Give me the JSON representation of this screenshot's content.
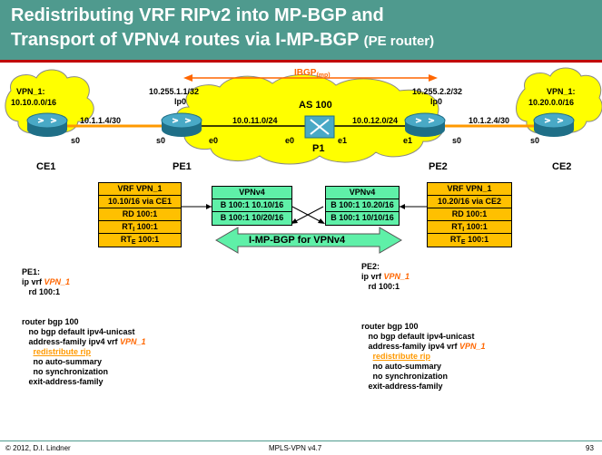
{
  "title": {
    "line1": "Redistributing VRF RIPv2 into MP-BGP and",
    "line2_main": "Transport of VPNv4 routes via I-MP-BGP",
    "line2_small": "(PE router)"
  },
  "diagram": {
    "ibgp": "IBGP",
    "ibgp_sub": "(mp)",
    "as_label": "AS 100",
    "p1": "P1",
    "cloud_left": "VPN_1:",
    "cloud_left_net": "10.10.0.0/16",
    "cloud_right": "VPN_1:",
    "cloud_right_net": "10.20.0.0/16",
    "lo_left": "10.255.1.1/32",
    "lo_left_if": "lp0",
    "lo_right": "10.255.2.2/32",
    "lo_right_if": "lp0",
    "net_left": "10.1.1.4/30",
    "net_mid_left": "10.0.11.0/24",
    "net_mid_right": "10.0.12.0/24",
    "net_right": "10.1.2.4/30",
    "if_s0_ce1": "s0",
    "if_s0_pe1": "s0",
    "if_e0_pe1": "e0",
    "if_e0_p1": "e0",
    "if_e1_p1": "e1",
    "if_e1_pe2": "e1",
    "if_s0_pe2": "s0",
    "if_s0_ce2": "s0",
    "ce1": "CE1",
    "pe1": "PE1",
    "pe2": "PE2",
    "ce2": "CE2"
  },
  "pe1_vrf": {
    "rows": [
      "VRF VPN_1",
      "10.10/16 via CE1",
      "RD 100:1",
      "RT",
      "RT"
    ],
    "rt_i_sub": "I",
    "rt_e_sub": "E",
    "rt_value": "100:1"
  },
  "pe2_vrf": {
    "rows": [
      "VRF VPN_1",
      "10.20/16 via CE2",
      "RD 100:1",
      "RT",
      "RT"
    ],
    "rt_i_sub": "I",
    "rt_e_sub": "E",
    "rt_value": "100:1"
  },
  "vpnv4_left": {
    "rows": [
      "VPNv4",
      "B 100:1 10.10/16",
      "B 100:1 10/20/16"
    ]
  },
  "vpnv4_right": {
    "rows": [
      "VPNv4",
      "B 100:1 10.20/16",
      "B 100:1 10/10/16"
    ]
  },
  "imp_bgp": "I-MP-BGP for VPNv4",
  "pe1_config": {
    "heading": "PE1:",
    "ip_vrf": "ip vrf ",
    "vrf_name": "VPN_1",
    "rd": "   rd 100:1",
    "router": "router bgp 100",
    "l1": "   no bgp default ipv4-unicast",
    "l2": "   address-family ipv4 vrf ",
    "l2_vrf": "VPN_1",
    "l3": "redistribute rip",
    "l4": "     no auto-summary",
    "l5": "     no synchronization",
    "l6": "   exit-address-family"
  },
  "pe2_config": {
    "heading": "PE2:",
    "ip_vrf": "ip vrf ",
    "vrf_name": "VPN_1",
    "rd": "   rd 100:1",
    "router": "router bgp 100",
    "l1": "   no bgp default ipv4-unicast",
    "l2": "   address-family ipv4 vrf ",
    "l2_vrf": "VPN_1",
    "l3": "redistribute rip",
    "l4": "     no auto-summary",
    "l5": "     no synchronization",
    "l6": "   exit-address-family"
  },
  "footer": {
    "left": "© 2012, D.I. Lindner",
    "center": "MPLS-VPN v4.7",
    "right": "93"
  },
  "colors": {
    "title_bg": "#4f9a8e",
    "accent_red": "#c00000",
    "cloud": "#ffff00",
    "vrf_box": "#ffc000",
    "vpnv4_box": "#5ff0a8",
    "router": "#2f8fa7",
    "link_orange": "#ff9900",
    "vrf_name": "#ff6600"
  }
}
